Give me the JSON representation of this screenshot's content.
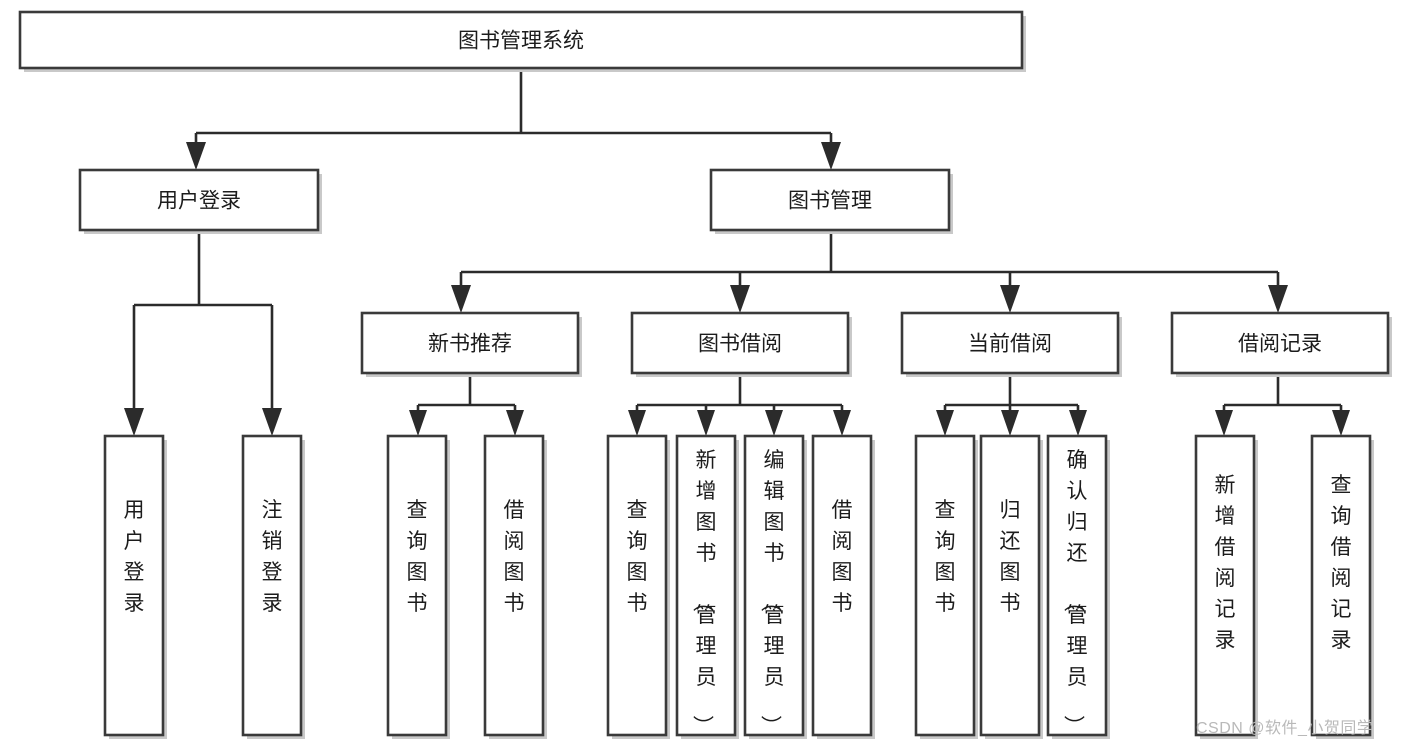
{
  "diagram": {
    "type": "tree-hierarchy",
    "title": "图书管理系统",
    "root": {
      "id": "root",
      "label": "图书管理系统"
    },
    "level2": [
      {
        "id": "user-login",
        "label": "用户登录"
      },
      {
        "id": "book-management",
        "label": "图书管理"
      }
    ],
    "level3": [
      {
        "id": "new-book-recommend",
        "label": "新书推荐",
        "parent": "book-management"
      },
      {
        "id": "book-borrow",
        "label": "图书借阅",
        "parent": "book-management"
      },
      {
        "id": "current-borrow",
        "label": "当前借阅",
        "parent": "book-management"
      },
      {
        "id": "borrow-record",
        "label": "借阅记录",
        "parent": "book-management"
      }
    ],
    "leaves": {
      "user-login": [
        {
          "id": "leaf-user-login",
          "label": "用户登录"
        },
        {
          "id": "leaf-logout-login",
          "label": "注销登录"
        }
      ],
      "new-book-recommend": [
        {
          "id": "leaf-query-book-1",
          "label": "查询图书"
        },
        {
          "id": "leaf-borrow-book-1",
          "label": "借阅图书"
        }
      ],
      "book-borrow": [
        {
          "id": "leaf-query-book-2",
          "label": "查询图书"
        },
        {
          "id": "leaf-add-book",
          "label": "新增图书（管理员）"
        },
        {
          "id": "leaf-edit-book",
          "label": "编辑图书（管理员）"
        },
        {
          "id": "leaf-borrow-book-2",
          "label": "借阅图书"
        }
      ],
      "current-borrow": [
        {
          "id": "leaf-query-book-3",
          "label": "查询图书"
        },
        {
          "id": "leaf-return-book",
          "label": "归还图书"
        },
        {
          "id": "leaf-confirm-return",
          "label": "确认归还（管理员）"
        }
      ],
      "borrow-record": [
        {
          "id": "leaf-add-record",
          "label": "新增借阅记录"
        },
        {
          "id": "leaf-query-record",
          "label": "查询借阅记录"
        }
      ]
    }
  },
  "watermark": {
    "text": "CSDN @软件_小贺同学"
  },
  "colors": {
    "box_stroke": "#3a3a3a",
    "connector": "#2b2b2b",
    "text": "#1c1c1c",
    "background": "#ffffff",
    "watermark": "#b9b9b9"
  }
}
